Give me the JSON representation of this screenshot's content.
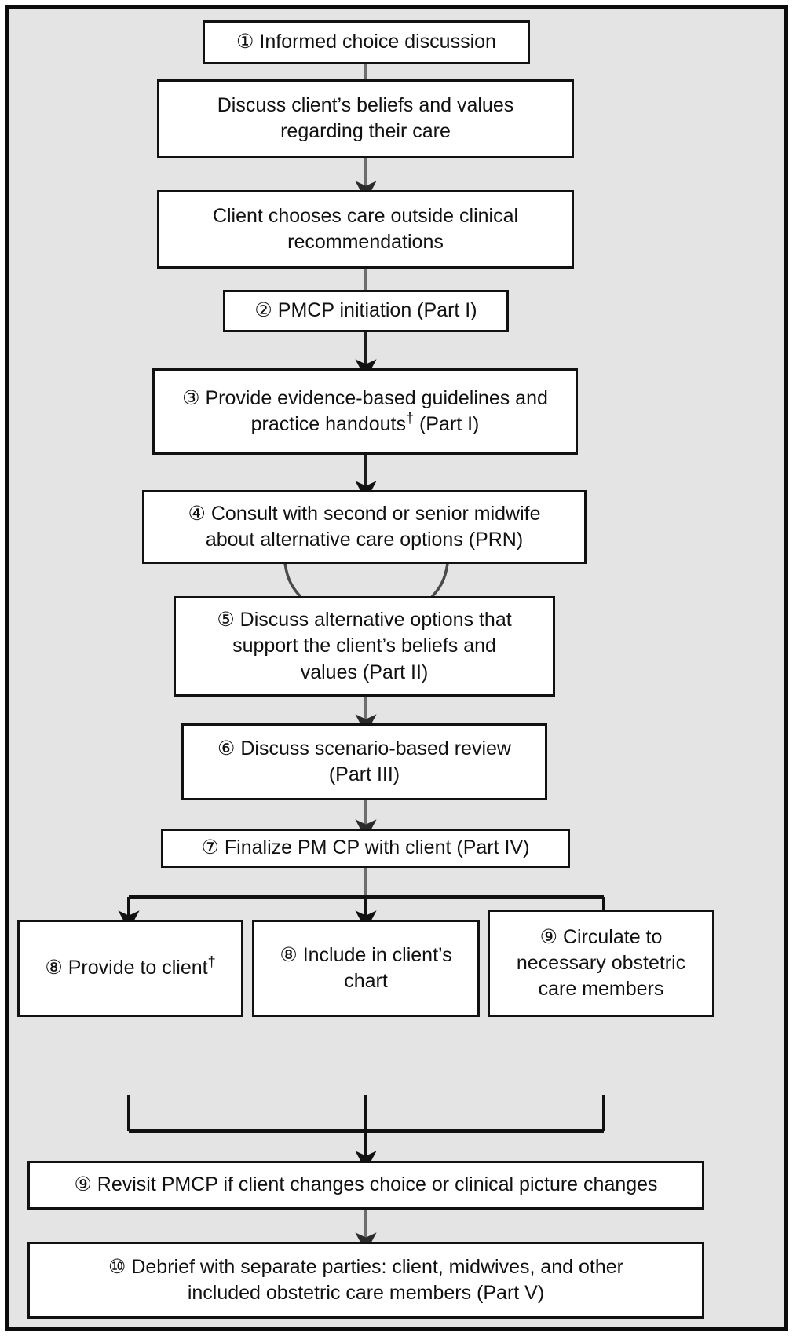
{
  "diagram": {
    "title": "PMCP (Personalized Midwifery Care Plan) process flowchart",
    "background_color": "#e4e4e4",
    "box_fill": "#ffffff",
    "line_color": "#111111",
    "footnote_marker": "†",
    "nodes": [
      {
        "id": "n1",
        "marker": "①",
        "text": "① Informed choice discussion",
        "lines": [
          "① Informed choice discussion"
        ]
      },
      {
        "id": "n2",
        "marker": "",
        "text": "Discuss client’s beliefs and values regarding their care",
        "lines": [
          "Discuss client’s beliefs and values",
          "regarding their care"
        ]
      },
      {
        "id": "n3",
        "marker": "",
        "text": "Client chooses care outside clinical recommendations",
        "lines": [
          "Client chooses care outside clinical",
          "recommendations"
        ]
      },
      {
        "id": "n4",
        "marker": "②",
        "text": "② PMCP initiation (Part I)",
        "lines": [
          "② PMCP initiation (Part I)"
        ]
      },
      {
        "id": "n5",
        "marker": "③",
        "text": "③ Provide evidence-based guidelines and practice handouts† (Part I)",
        "lines": [
          "③ Provide evidence-based guidelines and",
          "practice handouts† (Part I)"
        ]
      },
      {
        "id": "n6",
        "marker": "④",
        "text": "④ Consult with second or senior midwife about alternative care options (PRN)",
        "lines": [
          "④ Consult with second or senior midwife",
          "about alternative care options (PRN)"
        ]
      },
      {
        "id": "n7",
        "marker": "⑤",
        "text": "⑤ Discuss alternative options that support the client’s beliefs and values (Part II)",
        "lines": [
          "⑤ Discuss alternative options that",
          "support the client’s beliefs and",
          "values (Part II)"
        ]
      },
      {
        "id": "n8",
        "marker": "⑥",
        "text": "⑥ Discuss scenario-based review (Part III)",
        "lines": [
          "⑥ Discuss scenario-based review",
          "(Part III)"
        ]
      },
      {
        "id": "n9",
        "marker": "⑦",
        "text": "⑦ Finalize PM CP with client (Part IV)",
        "lines": [
          "⑦ Finalize PM CP with client (Part IV)"
        ]
      },
      {
        "id": "n10",
        "marker": "⑧",
        "text": "⑧ Provide to client†",
        "lines": [
          "⑧ Provide to client†"
        ]
      },
      {
        "id": "n11",
        "marker": "⑧",
        "text": "⑧ Include in client’s chart",
        "lines": [
          "⑧ Include in client’s",
          "chart"
        ]
      },
      {
        "id": "n12",
        "marker": "⑨",
        "text": "⑨ Circulate to necessary obstetric care members",
        "lines": [
          "⑨ Circulate to",
          "necessary obstetric",
          "care members"
        ]
      },
      {
        "id": "n13",
        "marker": "⑨",
        "text": "⑨ Revisit PMCP if client changes choice or clinical picture changes",
        "lines": [
          "⑨ Revisit PMCP if client changes choice or clinical picture changes"
        ]
      },
      {
        "id": "n14",
        "marker": "⑩",
        "text": "⑩ Debrief with separate parties: client, midwives, and other included obstetric care members (Part V)",
        "lines": [
          "⑩ Debrief with separate parties: client, midwives, and other",
          "included obstetric care members (Part V)"
        ]
      }
    ],
    "edges": [
      {
        "from": "n1",
        "to": "n2",
        "style": "line"
      },
      {
        "from": "n2",
        "to": "n3",
        "style": "arrow"
      },
      {
        "from": "n3",
        "to": "n4",
        "style": "line"
      },
      {
        "from": "n4",
        "to": "n5",
        "style": "arrow"
      },
      {
        "from": "n5",
        "to": "n6",
        "style": "arrow"
      },
      {
        "from": "n6",
        "to": "n7",
        "style": "curved-taper"
      },
      {
        "from": "n7",
        "to": "n8",
        "style": "arrow"
      },
      {
        "from": "n8",
        "to": "n9",
        "style": "arrow"
      },
      {
        "from": "n9",
        "to": "n10",
        "style": "split-arrow"
      },
      {
        "from": "n9",
        "to": "n11",
        "style": "split-arrow"
      },
      {
        "from": "n9",
        "to": "n12",
        "style": "split-arrow"
      },
      {
        "from": "n10",
        "to": "n13",
        "style": "merge"
      },
      {
        "from": "n11",
        "to": "n13",
        "style": "merge-arrow"
      },
      {
        "from": "n12",
        "to": "n13",
        "style": "merge"
      },
      {
        "from": "n13",
        "to": "n14",
        "style": "arrow"
      }
    ]
  }
}
